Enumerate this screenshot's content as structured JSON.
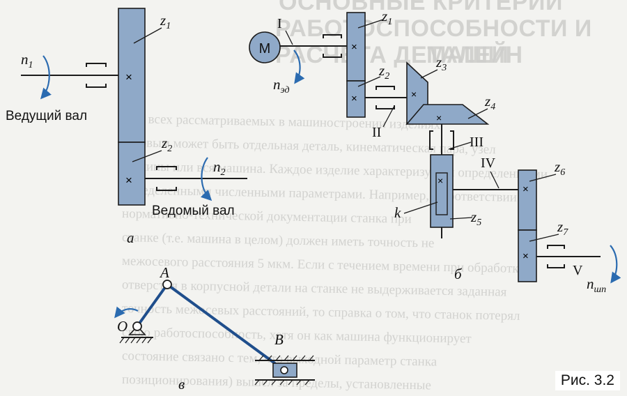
{
  "background_text": {
    "heading": [
      "ОСНОВНЫЕ КРИТЕРИИ",
      "РАБОТОСПОСОБНОСТИ И РАСЧЕТА ДЕТАЛЕЙ",
      "МАШИН"
    ],
    "lines": [
      "Обо всех рассматриваемых в машиностроении изделиях",
      "каковым может быть отдельная деталь, кинематическая пара, узел",
      "машины или вся машина. Каждое изделие характеризуется определенными",
      "определенными численными параметрами. Например, в соответствии",
      "нормативно-технической документации станка при",
      "станке (т.е. машина в целом) должен иметь точность не",
      "межосевого расстояния 5 мкм. Если с течением времени при обработке",
      "отверстия в корпусной детали на станке не выдерживается заданная",
      "точность межосевых расстояний, то справка о том, что станок потерял",
      "свою работоспособность, хотя он как машина функционирует",
      "состояние связано с тем, что выходной параметр станка",
      "позиционирования) вышел за пределы, установленные"
    ]
  },
  "diagram_a": {
    "z1": "z",
    "z1_sub": "1",
    "z2": "z",
    "z2_sub": "2",
    "n1": "n",
    "n1_sub": "1",
    "n2": "n",
    "n2_sub": "2",
    "driving_shaft": "Ведущий вал",
    "driven_shaft": "Ведомый вал",
    "label": "а"
  },
  "diagram_b": {
    "motor": "M",
    "shaft_I": "I",
    "shaft_II": "II",
    "shaft_III": "III",
    "shaft_IV": "IV",
    "z1": "z",
    "z1_sub": "1",
    "z2": "z",
    "z2_sub": "2",
    "z3": "z",
    "z3_sub": "3",
    "z4": "z",
    "z4_sub": "4",
    "z5": "z",
    "z5_sub": "5",
    "z6": "z",
    "z6_sub": "6",
    "z7": "z",
    "z7_sub": "7",
    "n_ed": "n",
    "n_ed_sub": "эд",
    "k": "k",
    "V": "V",
    "n_shp": "n",
    "n_shp_sub": "шп",
    "label": "б"
  },
  "diagram_c": {
    "A": "A",
    "B": "B",
    "O": "O",
    "label": "в"
  },
  "figure_caption": "Рис. 3.2",
  "colors": {
    "gear_fill": "#8fa9c8",
    "link": "#1f4e8c",
    "arrow": "#2b6bb0"
  }
}
